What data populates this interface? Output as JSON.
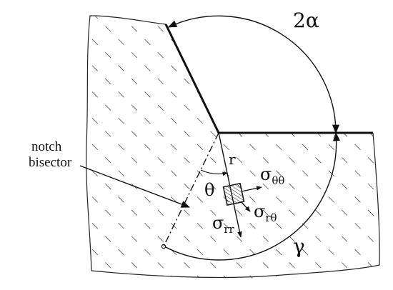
{
  "labels": {
    "angle_2alpha": "2α",
    "notch_line1": "notch",
    "notch_line2": "bisector",
    "r": "r",
    "theta": "θ",
    "sigma_theta_theta": "σ",
    "sub_theta_theta": "θθ",
    "sigma_rr": "σ",
    "sub_rr": "rr",
    "sigma_r_theta": "σ",
    "sub_r_theta": "rθ",
    "gamma": "γ"
  }
}
